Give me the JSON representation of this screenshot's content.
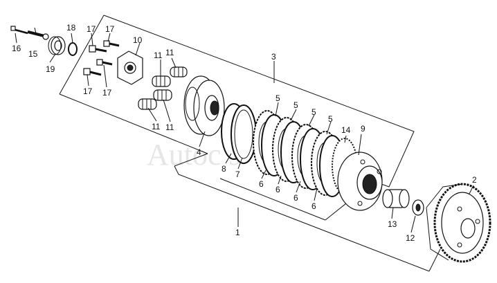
{
  "diagram": {
    "watermark": "Autoc  s",
    "labels": {
      "l1": "1",
      "l2": "2",
      "l3": "3",
      "l4": "4",
      "l5a": "5",
      "l5b": "5",
      "l5c": "5",
      "l5d": "5",
      "l6a": "6",
      "l6b": "6",
      "l6c": "6",
      "l6d": "6",
      "l7": "7",
      "l8": "8",
      "l9": "9",
      "l10": "10",
      "l11a": "11",
      "l11b": "11",
      "l11c": "11",
      "l11d": "11",
      "l12": "12",
      "l13": "13",
      "l14": "14",
      "l15": "15",
      "l16": "16",
      "l17a": "17",
      "l17b": "17",
      "l17c": "17",
      "l17d": "17",
      "l18": "18",
      "l19": "19"
    }
  }
}
